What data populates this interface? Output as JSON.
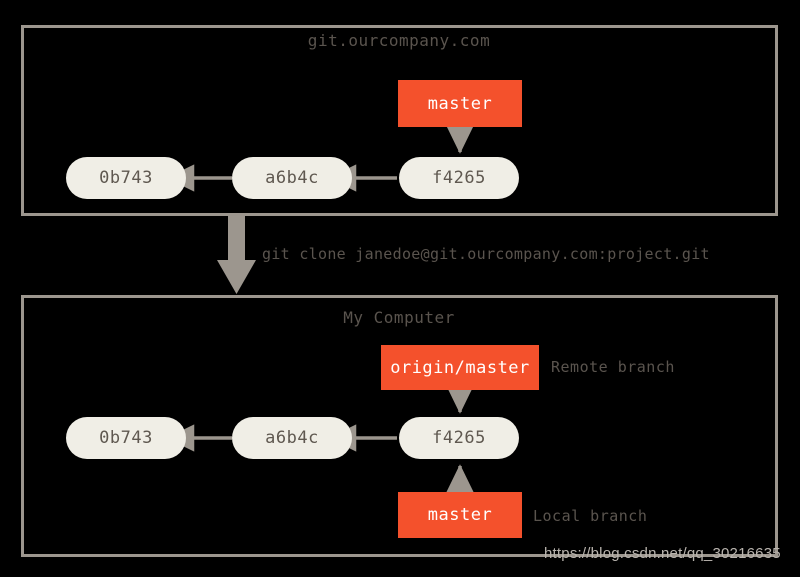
{
  "colors": {
    "background": "#000000",
    "panel_border": "#9c968e",
    "commit_fill": "#f0eee6",
    "commit_text": "#5f5850",
    "branch_fill": "#f4512c",
    "branch_text": "#ffffff",
    "annotation_text": "#5a544e",
    "arrow": "#9c968e",
    "watermark_text": "#b9b4ae"
  },
  "server_panel": {
    "title": "git.ourcompany.com",
    "commits": [
      {
        "id": "0b743"
      },
      {
        "id": "a6b4c"
      },
      {
        "id": "f4265"
      }
    ],
    "branch": {
      "label": "master"
    }
  },
  "clone": {
    "command": "git clone janedoe@git.ourcompany.com:project.git"
  },
  "local_panel": {
    "title": "My Computer",
    "commits": [
      {
        "id": "0b743"
      },
      {
        "id": "a6b4c"
      },
      {
        "id": "f4265"
      }
    ],
    "remote_branch": {
      "label": "origin/master",
      "annotation": "Remote branch"
    },
    "local_branch": {
      "label": "master",
      "annotation": "Local branch"
    }
  },
  "watermark": {
    "text": "https://blog.csdn.net/qq_30216635"
  }
}
